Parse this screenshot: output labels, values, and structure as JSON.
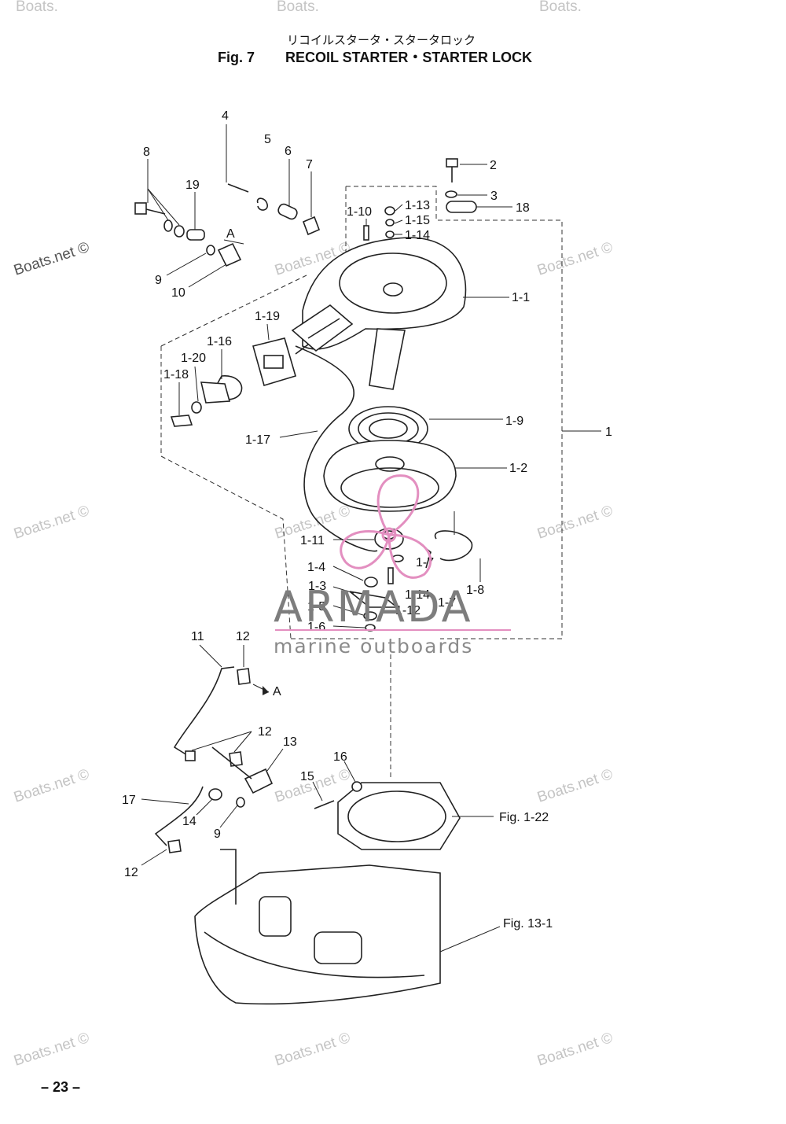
{
  "title": {
    "jp": "リコイルスタータ・スタータロック",
    "fig": "Fig. 7",
    "en": "RECOIL STARTER・STARTER LOCK"
  },
  "labels": {
    "p1": "1",
    "p1_1": "1-1",
    "p1_2": "1-2",
    "p1_3": "1-3",
    "p1_4": "1-4",
    "p1_5": "1-5",
    "p1_6": "1-6",
    "p1_7a": "1-7",
    "p1_7b": "1-7",
    "p1_8": "1-8",
    "p1_9": "1-9",
    "p1_10": "1-10",
    "p1_11": "1-11",
    "p1_12": "1-12",
    "p1_13": "1-13",
    "p1_14a": "1-14",
    "p1_14b": "1-14",
    "p1_15": "1-15",
    "p1_16": "1-16",
    "p1_17": "1-17",
    "p1_18": "1-18",
    "p1_19": "1-19",
    "p1_20": "1-20",
    "p2": "2",
    "p3": "3",
    "p4": "4",
    "p5": "5",
    "p6": "6",
    "p7": "7",
    "p8": "8",
    "p9a": "9",
    "p9b": "9",
    "p10": "10",
    "p11": "11",
    "p12a": "12",
    "p12b": "12",
    "p12c": "12",
    "p13": "13",
    "p14": "14",
    "p15": "15",
    "p16": "16",
    "p17": "17",
    "p18": "18",
    "p19": "19",
    "arrow_a1": "A",
    "arrow_a2": "A",
    "ref_fig_1_22": "Fig. 1-22",
    "ref_fig_13_1": "Fig. 13-1"
  },
  "watermark": {
    "text": "Boats.net ©",
    "top_text": "Boats."
  },
  "brand": {
    "name": "ARMADA",
    "tagline": "marine outboards"
  },
  "page_number": "– 23 –",
  "colors": {
    "ink": "#222222",
    "watermark": "#c4c4c4",
    "brand_pink": "#e38fc0"
  }
}
